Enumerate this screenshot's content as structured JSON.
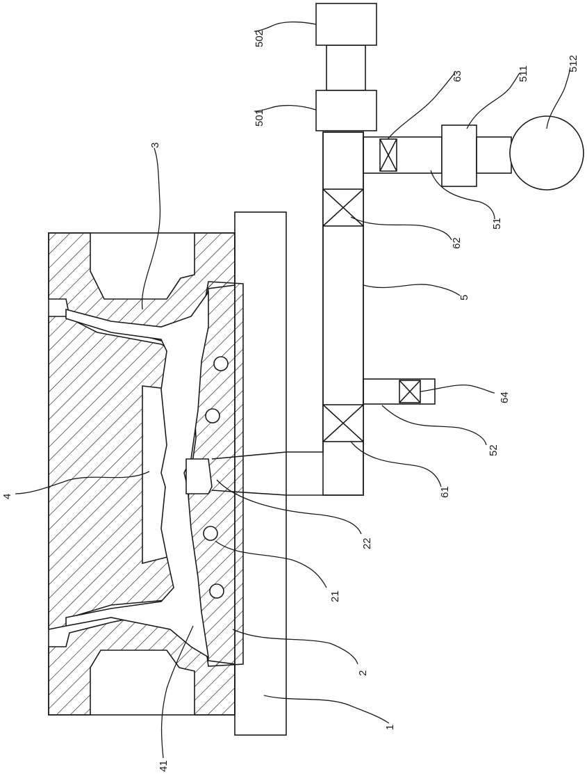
{
  "labels": {
    "l1": "1",
    "l2": "2",
    "l3": "3",
    "l4": "4",
    "l5": "5",
    "l21": "21",
    "l22": "22",
    "l41": "41",
    "l51": "51",
    "l52": "52",
    "l61": "61",
    "l62": "62",
    "l63": "63",
    "l64": "64",
    "l501": "501",
    "l502": "502",
    "l511": "511",
    "l512": "512"
  }
}
